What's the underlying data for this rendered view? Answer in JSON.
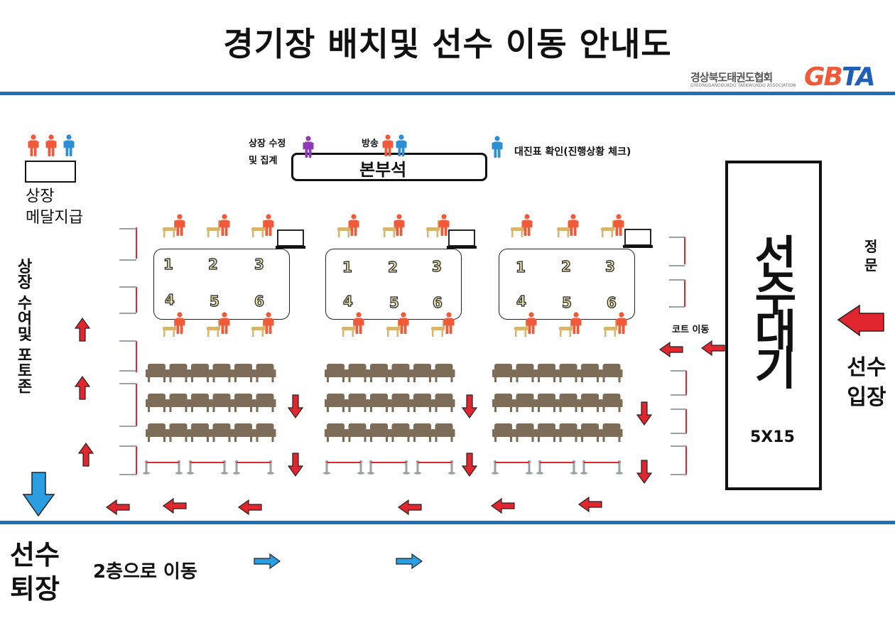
{
  "title": "경기장 배치및 선수 이동 안내도",
  "association": {
    "name_ko": "경상북도태권도협회",
    "name_en": "GYEONGSANGBUKDO TAEKWONDO ASSOCIATION",
    "logo": "GBTA"
  },
  "awards": {
    "label_line1": "상장",
    "label_line2": "메달지급"
  },
  "main_table": {
    "label": "본부석",
    "scoring_label_line1": "상장 수정",
    "scoring_label_line2": "및 집계",
    "broadcast_label": "방송",
    "bracket_label": "대진표 확인(진행상황 체크)"
  },
  "photo_zone_label": "상장 수여및 포토존",
  "courts": [
    {
      "numbers": [
        "1",
        "2",
        "3",
        "4",
        "5",
        "6"
      ]
    },
    {
      "numbers": [
        "1",
        "2",
        "3",
        "4",
        "5",
        "6"
      ]
    },
    {
      "numbers": [
        "1",
        "2",
        "3",
        "4",
        "5",
        "6"
      ]
    }
  ],
  "court_move_label": "코트 이동",
  "waiting_area": {
    "label": "선수대기",
    "size": "5X15"
  },
  "main_gate_label": "정문",
  "entrance_label": "선수 입장",
  "exit_label_line1": "선수",
  "exit_label_line2": "퇴장",
  "second_floor_label": "2층으로 이동",
  "colors": {
    "accent_blue": "#1f6fb8",
    "arrow_red": "#e0262e",
    "arrow_blue": "#2a9ee0",
    "person_orange": "#ef5a3a",
    "person_blue": "#2d8fd3",
    "person_purple": "#8e3bb5",
    "seat_brown": "#7d6d58",
    "chair_tan": "#d9b56c"
  }
}
